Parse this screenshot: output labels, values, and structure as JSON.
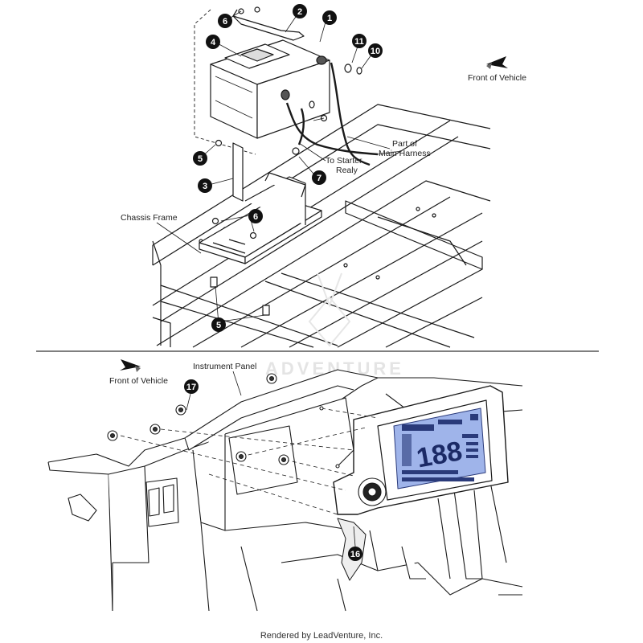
{
  "top_diagram": {
    "labels": {
      "front_of_vehicle": "Front of Vehicle",
      "part_of_line1": "Part of",
      "part_of_line2": "Main Harness",
      "to_starter_line1": "To Starter",
      "to_starter_line2": "Realy",
      "chassis_frame": "Chassis Frame"
    },
    "callouts": [
      "1",
      "2",
      "3",
      "4",
      "5",
      "5",
      "6",
      "6",
      "7",
      "10",
      "11"
    ]
  },
  "bottom_diagram": {
    "labels": {
      "front_of_vehicle": "Front of Vehicle",
      "instrument_panel": "Instrument Panel"
    },
    "callouts": [
      "16",
      "17"
    ],
    "display_digits": "188"
  },
  "watermark": "ADVENTURE",
  "footer": "Rendered by LeadVenture, Inc.",
  "colors": {
    "line": "#1a1a1a",
    "callout_fill": "#111111",
    "lcd_blue": "#9fb4ea",
    "lcd_dark": "#2a3a7a"
  }
}
